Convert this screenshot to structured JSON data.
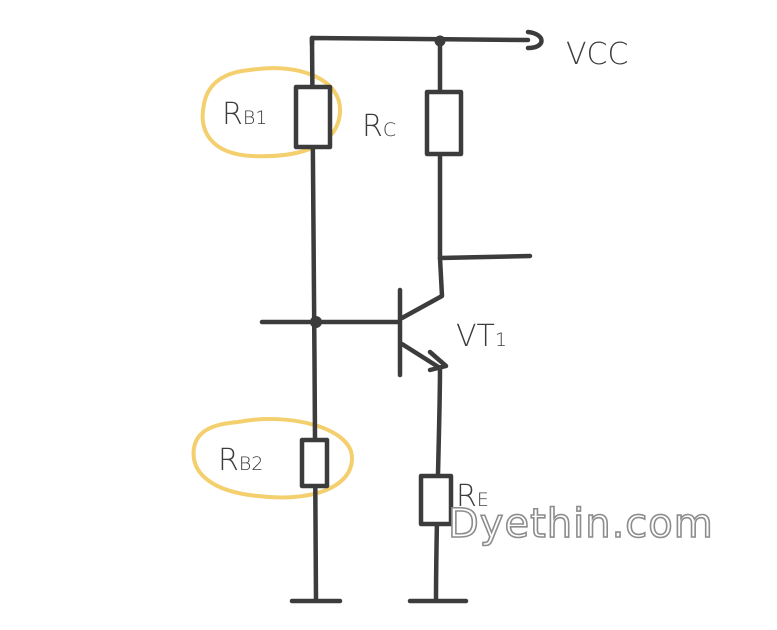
{
  "diagram": {
    "supply_label": "VCC",
    "rb1": {
      "main": "R",
      "sub": "B1"
    },
    "rb2": {
      "main": "R",
      "sub": "B2"
    },
    "rc": {
      "main": "R",
      "sub": "C"
    },
    "re": {
      "main": "R",
      "sub": "E"
    },
    "transistor": {
      "main": "VT",
      "sub": "1"
    },
    "highlight_color": "#f4cf6e",
    "ink_color": "#3c3c3c"
  },
  "watermark": "Dyethin.com"
}
